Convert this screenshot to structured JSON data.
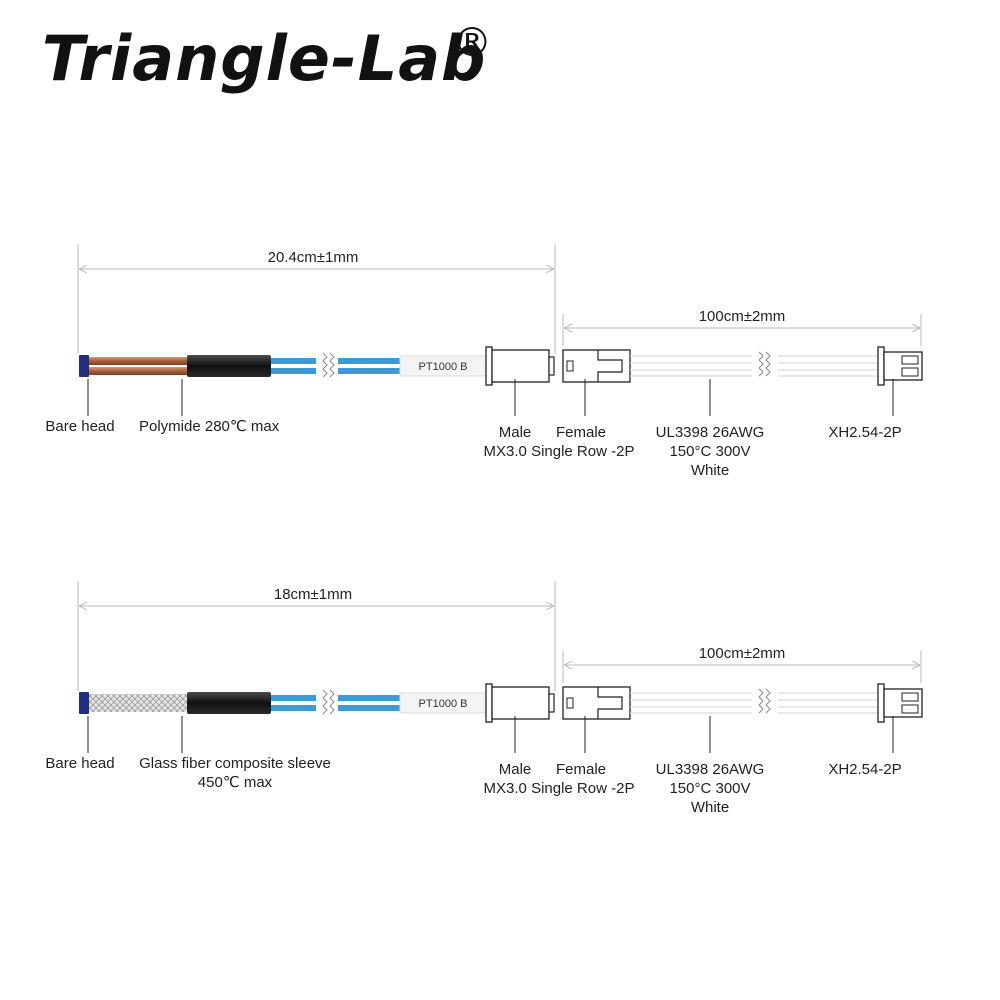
{
  "brand": {
    "name": "Triangle-Lab",
    "registered": "®"
  },
  "assemblies": [
    {
      "lead_length": "20.4cm±1mm",
      "cable_length": "100cm±2mm",
      "sleeve": "copper",
      "sensor_tag": "PT1000 B",
      "labels": {
        "bare_head": "Bare head",
        "sleeve": [
          "Polymide 280℃ max"
        ],
        "male": [
          "Male",
          "MX3.0 Single Row -2P"
        ],
        "female": "Female",
        "wire": [
          "UL3398 26AWG",
          "150°C 300V",
          "White"
        ],
        "end_connector": "XH2.54-2P"
      }
    },
    {
      "lead_length": "18cm±1mm",
      "cable_length": "100cm±2mm",
      "sleeve": "glass-fiber",
      "sensor_tag": "PT1000 B",
      "labels": {
        "bare_head": "Bare head",
        "sleeve": [
          "Glass fiber composite sleeve",
          "450℃ max"
        ],
        "male": [
          "Male",
          "MX3.0 Single Row -2P"
        ],
        "female": "Female",
        "wire": [
          "UL3398 26AWG",
          "150°C 300V",
          "White"
        ],
        "end_connector": "XH2.54-2P"
      }
    }
  ],
  "colors": {
    "blue_wire": "#3b9bd6",
    "copper": "#b06a45",
    "heat_shrink": "#1c1c1c",
    "bare_head": "#1f2f80",
    "dimension_line": "#b8b8b8"
  }
}
